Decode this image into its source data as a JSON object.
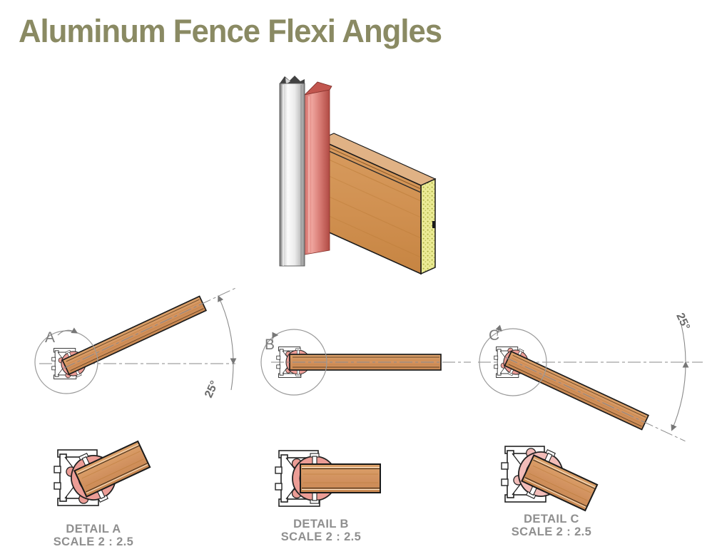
{
  "page": {
    "title": "Aluminum Fence Flexi Angles"
  },
  "colors": {
    "title_color": "#8a8a63",
    "label_gray": "#8f8f8f",
    "callout_gray": "#7b7b7b",
    "dim_gray": "#6a6a6a",
    "outline_black": "#1c1c1c",
    "wood": "#d49257",
    "wood_dark": "#b5752f",
    "gasket": "#ec9d96",
    "gasket_light": "#f2bcb8",
    "gasket_3d": "#d4706b",
    "end_grain": "#ebeb95",
    "end_grain_dot": "#a9ac3e"
  },
  "views": [
    {
      "id": "A",
      "callout_label": "A",
      "angle_label": "25°",
      "angle_deg": 25,
      "direction": "up"
    },
    {
      "id": "B",
      "callout_label": "B",
      "angle_label": "",
      "angle_deg": 0,
      "direction": "horizontal"
    },
    {
      "id": "C",
      "callout_label": "C",
      "angle_label": "25°",
      "angle_deg": 25,
      "direction": "down"
    }
  ],
  "details": [
    {
      "title": "DETAIL A",
      "scale": "SCALE 2 : 2.5"
    },
    {
      "title": "DETAIL B",
      "scale": "SCALE 2 : 2.5"
    },
    {
      "title": "DETAIL C",
      "scale": "SCALE 2 : 2.5"
    }
  ]
}
